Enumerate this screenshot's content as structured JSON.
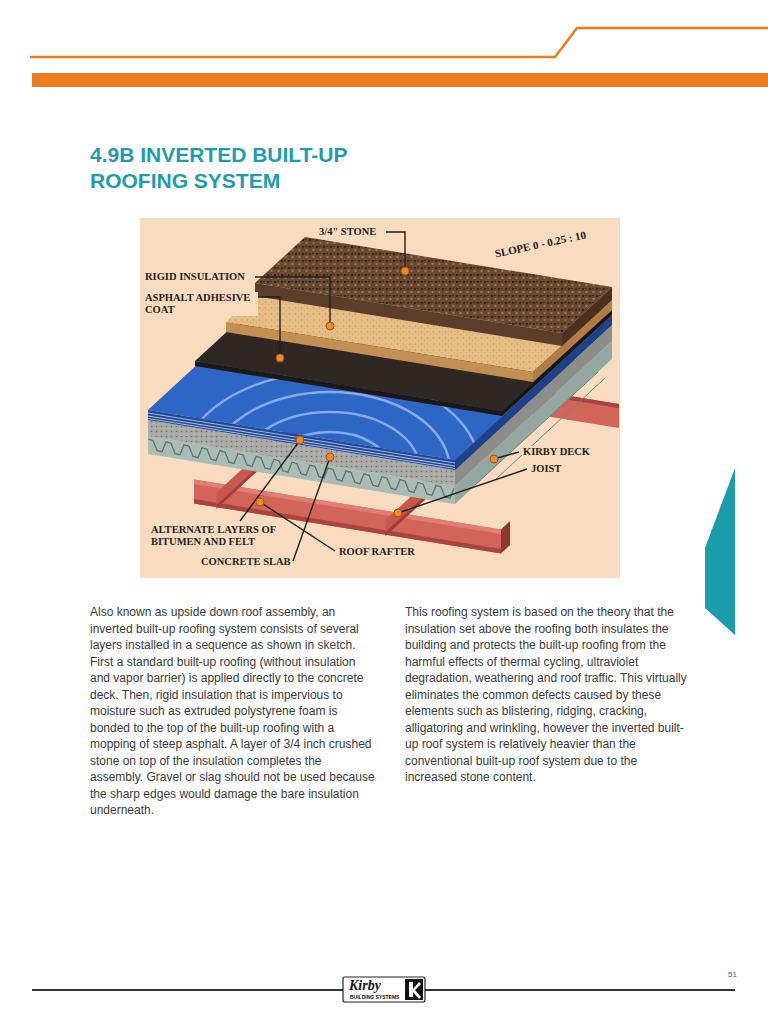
{
  "diagram": {
    "title": "4.9B INVERTED BUILT-UP ROOFING SYSTEM",
    "labels": [
      "3/4\" STONE",
      "SLOPE 0 - 0.25 : 10",
      "RIGID INSULATION",
      "ASPHALT ADHESIVE COAT",
      "KIRBY DECK",
      "JOIST",
      "ROOF RAFTER",
      "ALTERNATE LAYERS OF BITUMEN AND FELT",
      "CONCRETE SLAB",
      "Also known as upside down roof assembly, an inverted built-up roofing system consists of several layers installed in a sequence as shown in sketch. First a standard built-up roofing (without insulation and vapor barrier) is applied directly to the concrete deck. Then, rigid insulation that is impervious to moisture such as extruded polystyrene foam is bonded to the top of the built-up roofing with a mopping of steep asphalt. A layer of 3/4 inch crushed stone on top of the insulation completes the assembly. Gravel or slag should not be used because the sharp edges would damage the bare insulation underneath.",
      "This roofing system is based on the theory that the insulation set above the roofing both insulates the building and protects the built-up roofing from the harmful effects of thermal cycling, ultraviolet degradation, weathering and roof traffic. This virtually eliminates the common defects caused by these elements such as blistering, ridging, cracking, alligatoring and wrinkling, however the inverted built-up roof system is relatively heavier than the conventional built-up roof system due to the increased stone content.",
      "Kirby",
      "BUILDING SYSTEMS",
      "51"
    ]
  }
}
